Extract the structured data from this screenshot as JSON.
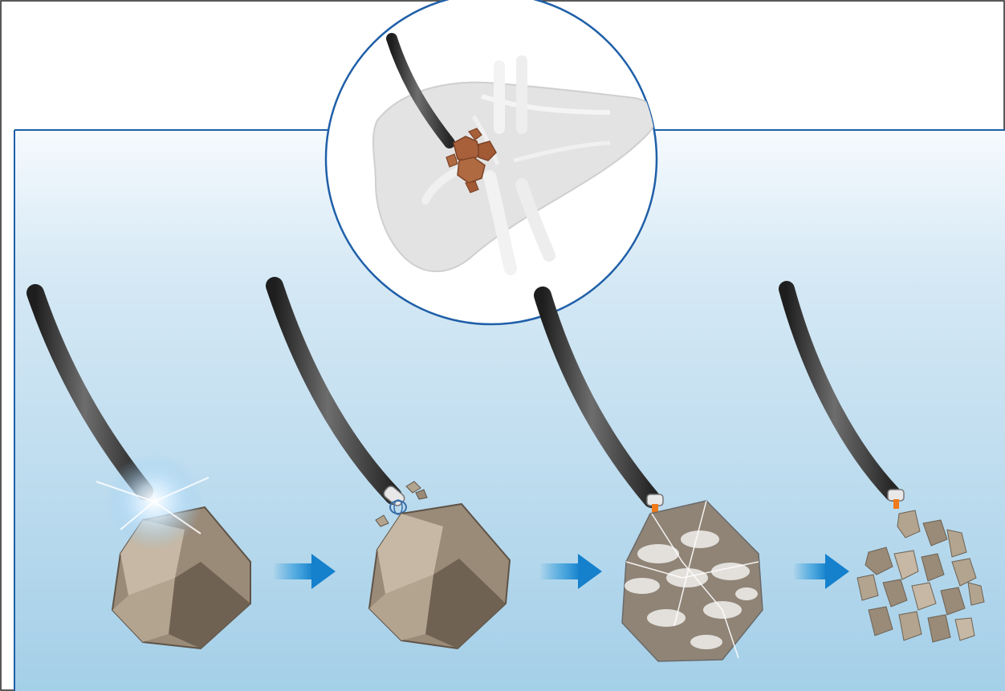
{
  "colors": {
    "panel_top": "#f4f9fd",
    "panel_bottom": "#a9d2ea",
    "panel_border": "#1f5fa8",
    "frame_border": "#222222",
    "scope": "#2f2f2f",
    "scope_highlight": "#7a7a7a",
    "stone": "#9a8a78",
    "stone_light": "#c6b8a4",
    "stone_dark": "#5f5346",
    "liver": "#e2e2e2",
    "vessel": "#f2f2f2",
    "gallstone": "#a7603a",
    "arrow": "#1e90d6",
    "laser_tip": "#f07a1a",
    "spark": "#ffffff"
  },
  "illustration": {
    "inset": {
      "content": "liver-with-gallstones-and-scope",
      "icon": "liver-icon"
    },
    "stages": [
      {
        "step": 1,
        "tool": "scope-with-light",
        "stone": "intact",
        "icon": "endoscope-icon"
      },
      {
        "step": 2,
        "tool": "scope-with-basket",
        "stone": "intact-with-fragments",
        "icon": "basket-icon"
      },
      {
        "step": 3,
        "tool": "scope-with-laser",
        "stone": "cracking",
        "icon": "laser-icon"
      },
      {
        "step": 4,
        "tool": "scope-with-laser",
        "stone": "fragmented",
        "icon": "fragments-icon"
      }
    ],
    "arrows": [
      "right-arrow-icon",
      "right-arrow-icon",
      "right-arrow-icon"
    ]
  }
}
